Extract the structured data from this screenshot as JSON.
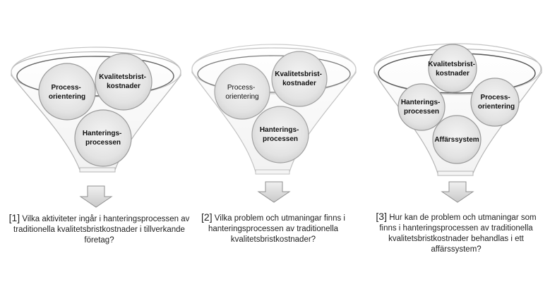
{
  "funnels": [
    {
      "id": "f1",
      "circles": [
        {
          "line1": "Process-",
          "line2": "orientering"
        },
        {
          "line1": "Kvalitetsbrist-",
          "line2": "kostnader"
        },
        {
          "line1": "Hanterings-",
          "line2": "processen"
        }
      ],
      "question": {
        "number": "[1]",
        "text": "Vilka aktiviteter ingår i hanteringsprocessen av traditionella kvalitetsbristkostnader i tillverkande företag?"
      }
    },
    {
      "id": "f2",
      "circles": [
        {
          "line1": "Process-",
          "line2": "orientering"
        },
        {
          "line1": "Kvalitetsbrist-",
          "line2": "kostnader"
        },
        {
          "line1": "Hanterings-",
          "line2": "processen"
        }
      ],
      "question": {
        "number": "[2]",
        "text": "Vilka problem och utmaningar finns i hanteringsprocessen av traditionella kvalitetsbristkostnader?"
      }
    },
    {
      "id": "f3",
      "circles": [
        {
          "line1": "Kvalitetsbrist-",
          "line2": "kostnader"
        },
        {
          "line1": "Hanterings-",
          "line2": "processen"
        },
        {
          "line1": "Process-",
          "line2": "orientering"
        },
        {
          "line1": "Affärssystem",
          "line2": ""
        }
      ],
      "question": {
        "number": "[3]",
        "text": "Hur kan de problem och utmaningar som finns i hanteringsprocessen av traditionella kvalitetsbristkostnader behandlas i ett affärssystem?"
      }
    }
  ]
}
